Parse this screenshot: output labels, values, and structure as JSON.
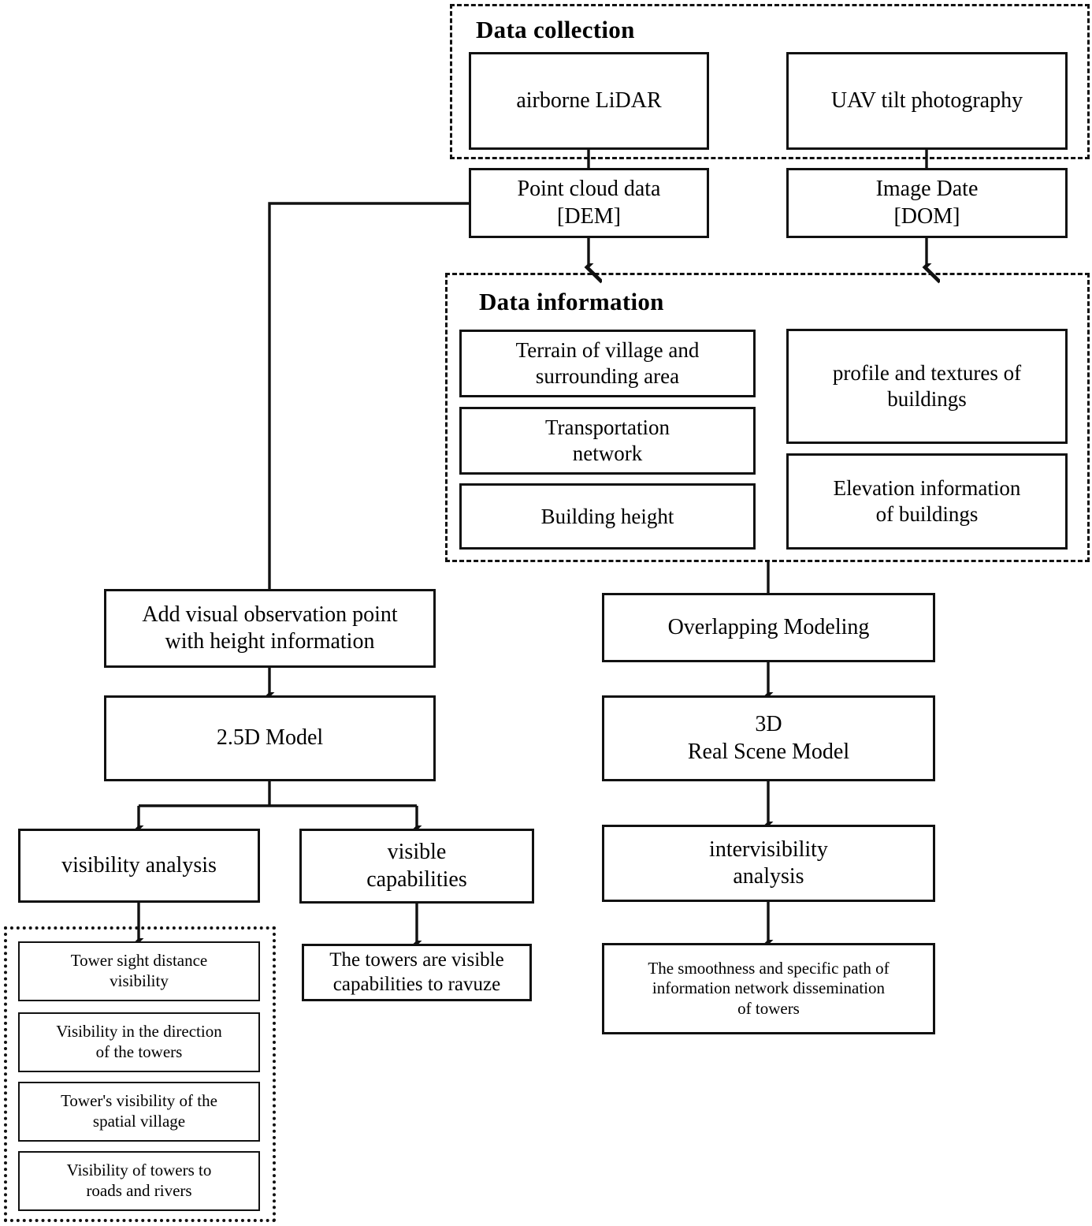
{
  "groups": {
    "data_collection": {
      "title": "Data collection"
    },
    "data_information": {
      "title": "Data information"
    },
    "visibility_outputs": {
      "title": ""
    }
  },
  "nodes": {
    "airborne_lidar": "airborne LiDAR",
    "uav_tilt_photography": "UAV tilt photography",
    "point_cloud_data": "Point cloud data\n[DEM]",
    "image_date": "Image Date\n[DOM]",
    "terrain_of_village": "Terrain of village and\nsurrounding area",
    "transportation_network": "Transportation\nnetwork",
    "building_height": "Building height",
    "profile_textures_buildings": "profile and textures of\nbuildings",
    "elevation_info_buildings": "Elevation information\nof buildings",
    "add_visual_observation_point": "Add visual observation point\nwith height information",
    "model_25d": "2.5D Model",
    "overlapping_modeling": "Overlapping Modeling",
    "real_scene_model_3d": "3D\nReal Scene Model",
    "visibility_analysis": "visibility analysis",
    "visible_capabilities": "visible\ncapabilities",
    "intervisibility_analysis": "intervisibility\nanalysis",
    "towers_visible_capabilities": "The towers are visible\ncapabilities to ravuze",
    "smoothness_specific_path": "The smoothness and specific path of\ninformation network dissemination\nof towers",
    "tower_sight_distance": "Tower sight  distance\nvisibility",
    "visibility_direction_towers": "Visibility in the direction\nof the towers",
    "towers_visibility_spatial_village": "Tower's  visibility of the\nspatial village",
    "visibility_towers_roads_rivers": "Visibility of towers to\nroads and rivers"
  },
  "colors": {
    "line": "#111111",
    "background": "#ffffff",
    "text": "#000000"
  },
  "chart_data": {
    "type": "table",
    "title": "Data collection to visibility analysis workflow",
    "edges": [
      {
        "from": "airborne_lidar",
        "to": "point_cloud_data",
        "style": "plain"
      },
      {
        "from": "uav_tilt_photography",
        "to": "image_date",
        "style": "plain"
      },
      {
        "from": "point_cloud_data",
        "to": "data_information",
        "style": "arrow"
      },
      {
        "from": "image_date",
        "to": "data_information",
        "style": "arrow"
      },
      {
        "from": "point_cloud_data",
        "to": "add_visual_observation_point",
        "style": "plain-elbow"
      },
      {
        "from": "data_information",
        "to": "overlapping_modeling",
        "style": "plain"
      },
      {
        "from": "add_visual_observation_point",
        "to": "model_25d",
        "style": "arrow"
      },
      {
        "from": "model_25d",
        "to": "visibility_analysis",
        "style": "arrow-split"
      },
      {
        "from": "model_25d",
        "to": "visible_capabilities",
        "style": "arrow-split"
      },
      {
        "from": "overlapping_modeling",
        "to": "real_scene_model_3d",
        "style": "arrow"
      },
      {
        "from": "real_scene_model_3d",
        "to": "intervisibility_analysis",
        "style": "arrow"
      },
      {
        "from": "visibility_analysis",
        "to": "visibility_outputs",
        "style": "arrow"
      },
      {
        "from": "visible_capabilities",
        "to": "towers_visible_capabilities",
        "style": "arrow"
      },
      {
        "from": "intervisibility_analysis",
        "to": "smoothness_specific_path",
        "style": "arrow"
      }
    ]
  }
}
